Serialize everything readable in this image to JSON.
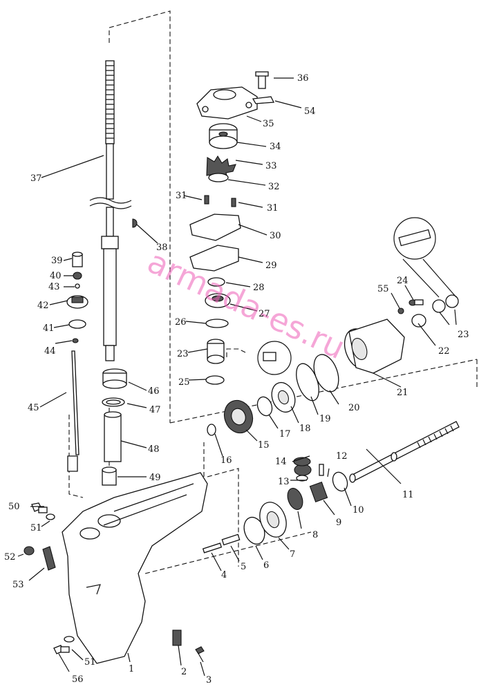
{
  "watermark": "armada-es.ru",
  "accent_color": "#ee5fb8",
  "labels": {
    "1": "1",
    "2": "2",
    "3": "3",
    "4": "4",
    "5": "5",
    "6": "6",
    "7": "7",
    "8": "8",
    "9": "9",
    "10": "10",
    "11": "11",
    "12": "12",
    "13": "13",
    "14": "14",
    "15": "15",
    "16": "16",
    "17": "17",
    "18": "18",
    "19": "19",
    "20": "20",
    "21": "21",
    "22": "22",
    "23a": "23",
    "23b": "23",
    "24": "24",
    "25": "25",
    "26": "26",
    "27": "27",
    "28": "28",
    "29": "29",
    "30": "30",
    "31a": "31",
    "31b": "31",
    "32": "32",
    "33": "33",
    "34": "34",
    "35": "35",
    "36": "36",
    "37": "37",
    "38": "38",
    "39": "39",
    "40": "40",
    "41": "41",
    "42": "42",
    "43": "43",
    "44": "44",
    "45": "45",
    "46": "46",
    "47": "47",
    "48": "48",
    "49": "49",
    "50": "50",
    "51a": "51",
    "51b": "51",
    "52": "52",
    "53": "53",
    "54": "54",
    "55": "55",
    "56": "56"
  }
}
